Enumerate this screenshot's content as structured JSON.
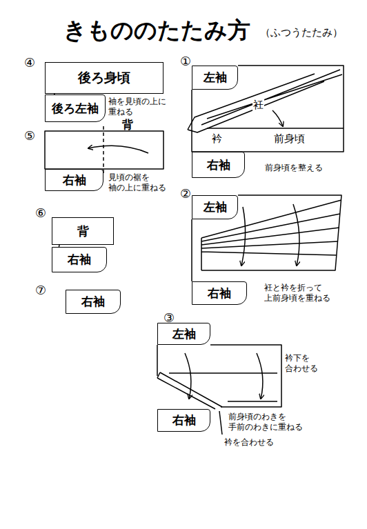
{
  "diagram": {
    "title": "きもののたたみ方",
    "nodes": [
      {
        "text": [
          "後ろ身頃"
        ]
      },
      {
        "text": [
          "後ろ左袖"
        ]
      },
      {
        "text": [
          "左袖"
        ]
      },
      {
        "text": [
          "右袖"
        ]
      },
      {
        "text": [
          "背"
        ]
      },
      {
        "text": [
          "右袖"
        ]
      },
      {
        "text": [
          "左袖"
        ]
      },
      {
        "text": [
          "右袖"
        ]
      },
      {
        "text": [
          "背"
        ]
      },
      {
        "text": [
          "右袖"
        ]
      },
      {
        "text": [
          "右袖"
        ]
      },
      {
        "text": [
          "左袖"
        ]
      },
      {
        "text": [
          "右袖"
        ]
      }
    ],
    "labels": [
      "（ふつうたたみ）",
      "④",
      "袖を見頃の上に 重ねる",
      "①",
      "衽",
      "衿",
      "前身頃",
      "前身頃を整える",
      "⑤",
      "見頃の裾を 袖の上に重ねる",
      "②",
      "衽と衿を折って 上前身頃を重ねる",
      "⑥",
      "⑦",
      "③",
      "衿下を 合わせる",
      "前身頃のわきを 手前のわきに重ねる",
      "衿を合わせる"
    ]
  }
}
